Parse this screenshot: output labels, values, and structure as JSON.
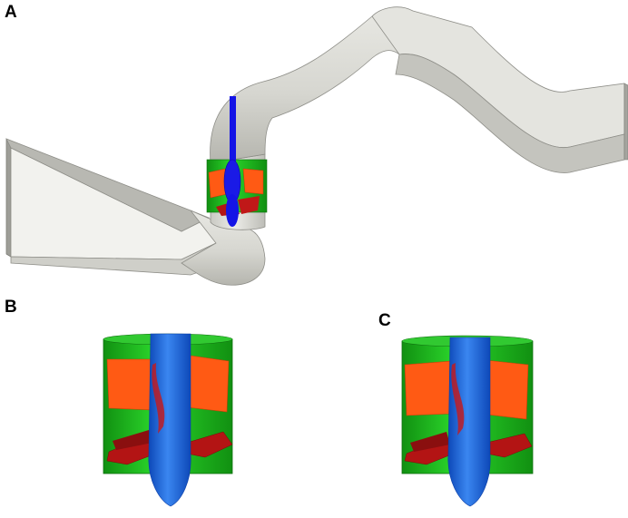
{
  "panels": {
    "a": {
      "label": "A"
    },
    "b": {
      "label": "B"
    },
    "c": {
      "label": "C"
    }
  },
  "colors": {
    "pipe": "#dcdcd6",
    "pipe_shadow": "#b9b9b3",
    "pipe_edge": "#8e8e88",
    "band": "#22cc22",
    "band_dark": "#129a12",
    "guide_vane": "#ff5a14",
    "runner_blade": "#b31414",
    "shaft": "#1e6fe0",
    "shaft_dark": "#0b3fa8",
    "shaft_main": "#1414e6"
  }
}
